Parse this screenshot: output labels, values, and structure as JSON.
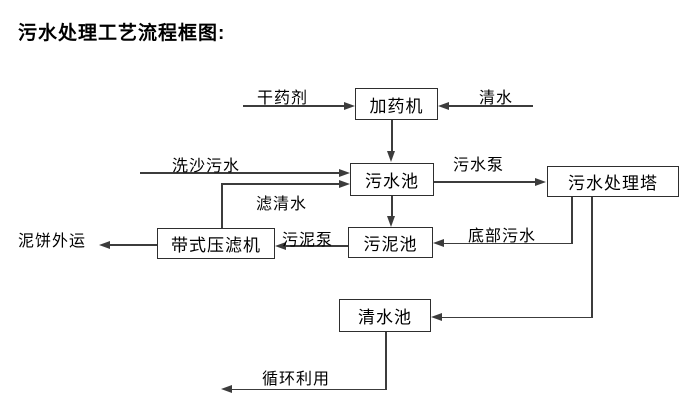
{
  "title": "污水处理工艺流程框图:",
  "colors": {
    "background": "#ffffff",
    "line": "#3c3c3c",
    "border": "#2e2e2e",
    "text": "#000000"
  },
  "nodes": [
    {
      "id": "dosing-machine",
      "label": "加药机"
    },
    {
      "id": "sewage-pool",
      "label": "污水池"
    },
    {
      "id": "sewage-treatment-tower",
      "label": "污水处理塔"
    },
    {
      "id": "belt-filter-press",
      "label": "带式压滤机"
    },
    {
      "id": "sludge-pool",
      "label": "污泥池"
    },
    {
      "id": "clean-water-pool",
      "label": "清水池"
    }
  ],
  "flow_labels": [
    {
      "id": "dry-chemical",
      "text": "干药剂"
    },
    {
      "id": "clean-water-inlet",
      "text": "清水"
    },
    {
      "id": "sand-washing-sewage",
      "text": "洗沙污水"
    },
    {
      "id": "sewage-pump",
      "text": "污水泵"
    },
    {
      "id": "filtered-water",
      "text": "滤清水"
    },
    {
      "id": "sludge-pump",
      "text": "污泥泵"
    },
    {
      "id": "mud-cake-outbound",
      "text": "泥饼外运"
    },
    {
      "id": "bottom-sewage",
      "text": "底部污水"
    },
    {
      "id": "recycle-reuse",
      "text": "循环利用"
    }
  ]
}
